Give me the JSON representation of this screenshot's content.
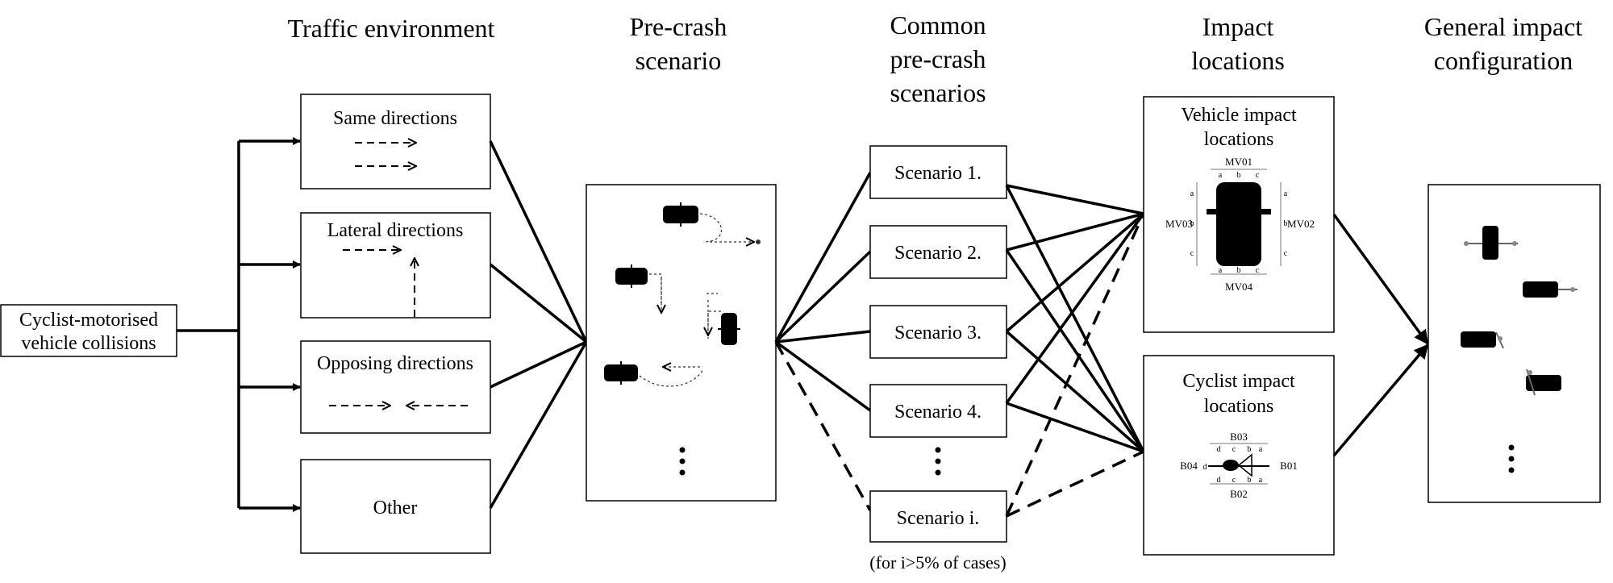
{
  "headers": {
    "traffic_env": "Traffic environment",
    "precrash_1": "Pre-crash",
    "precrash_2": "scenario",
    "common_1": "Common",
    "common_2": "pre-crash",
    "common_3": "scenarios",
    "impact_1": "Impact",
    "impact_2": "locations",
    "general_1": "General impact",
    "general_2": "configuration"
  },
  "source": {
    "line1": "Cyclist-motorised",
    "line2": "vehicle collisions"
  },
  "traffic": {
    "same": "Same directions",
    "lateral": "Lateral directions",
    "opposing": "Opposing directions",
    "other": "Other"
  },
  "scenarios": {
    "s1": "Scenario 1.",
    "s2": "Scenario 2.",
    "s3": "Scenario 3.",
    "s4": "Scenario 4.",
    "si": "Scenario i.",
    "note": "(for i>5% of cases)"
  },
  "vehicle_impact": {
    "title1": "Vehicle impact",
    "title2": "locations",
    "mv01": "MV01",
    "mv02": "MV02",
    "mv03": "MV03",
    "mv04": "MV04",
    "a": "a",
    "b": "b",
    "c": "c"
  },
  "cyclist_impact": {
    "title1": "Cyclist impact",
    "title2": "locations",
    "b01": "B01",
    "b02": "B02",
    "b03": "B03",
    "b04": "B04",
    "a": "a",
    "b": "b",
    "c": "c",
    "d": "d"
  }
}
